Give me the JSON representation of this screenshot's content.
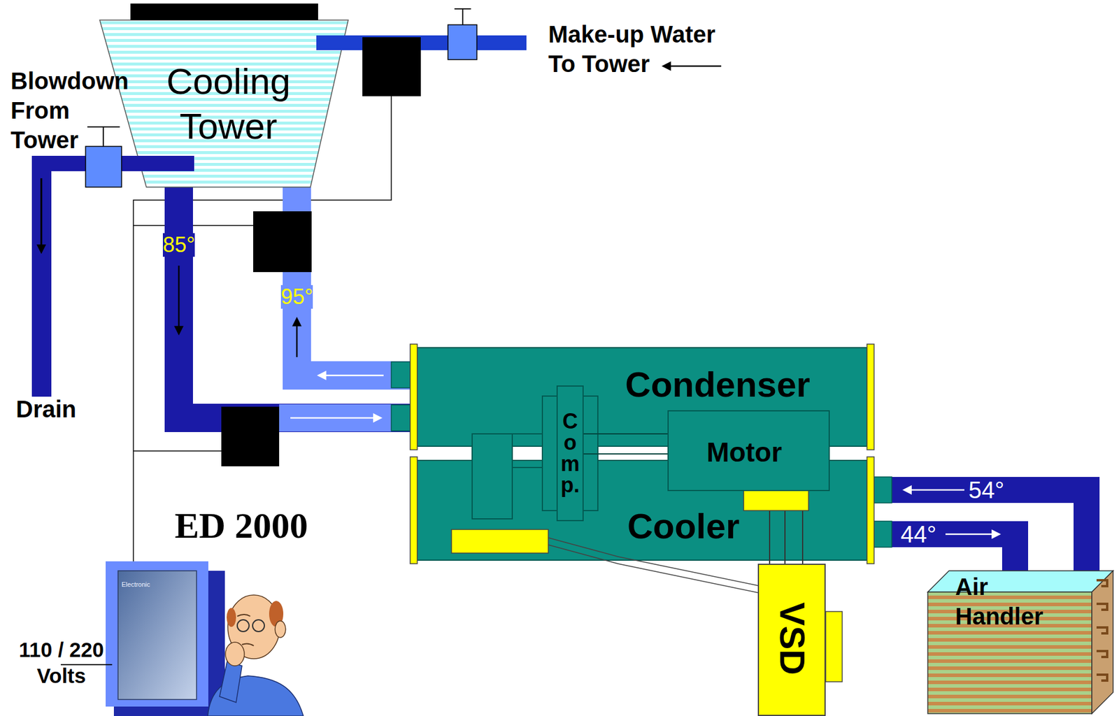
{
  "diagram": {
    "nodes": [
      {
        "text": [
          "Cooling Tower"
        ]
      },
      {
        "text": [
          "Condenser"
        ]
      },
      {
        "text": [
          "Comp."
        ]
      },
      {
        "text": [
          "Motor"
        ]
      },
      {
        "text": [
          "Cooler"
        ]
      },
      {
        "text": [
          "VSD"
        ]
      },
      {
        "text": [
          "Air Handler"
        ]
      }
    ],
    "edges": [
      {
        "from": 1,
        "to": 0,
        "arrow": "to",
        "label": "95°"
      },
      {
        "from": 0,
        "to": 1,
        "arrow": "to",
        "label": "85°"
      },
      {
        "from": 6,
        "to": 4,
        "arrow": "to",
        "label": "54°"
      },
      {
        "from": 4,
        "to": 6,
        "arrow": "to",
        "label": "44°"
      },
      {
        "from": 2,
        "to": 3,
        "arrow": "none"
      },
      {
        "from": 4,
        "to": 5,
        "arrow": "none"
      },
      {
        "from": 5,
        "to": 3,
        "arrow": "none"
      }
    ],
    "labels": [
      "Make-up Water To Tower",
      "Blowdown From Tower",
      "Drain",
      "ED 2000",
      "Electronic",
      "110 / 220 Volts"
    ]
  }
}
